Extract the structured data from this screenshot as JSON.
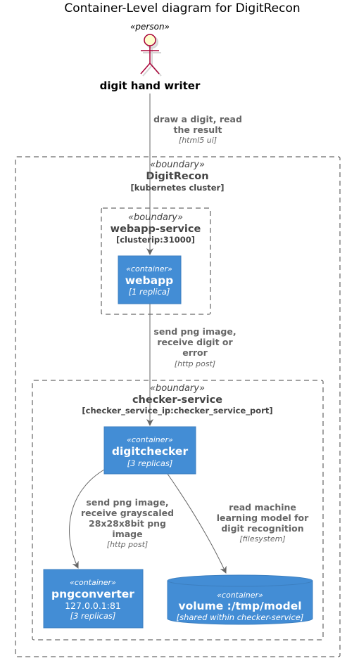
{
  "title": "Container-Level diagram for DigitRecon",
  "person": {
    "stereotype": "«person»",
    "name": "digit hand writer",
    "color": "#A80036"
  },
  "relations": {
    "user_to_webapp": {
      "label_line1": "draw a digit, read",
      "label_line2": "the result",
      "tech": "[html5 ui]"
    },
    "webapp_to_checker": {
      "label_line1": "send png image,",
      "label_line2": "receive digit or",
      "label_line3": "error",
      "tech": "[http post]"
    },
    "checker_to_converter": {
      "label_line1": "send png image,",
      "label_line2": "receive grayscaled",
      "label_line3": "28x28x8bit png",
      "label_line4": "image",
      "tech": "[http post]"
    },
    "checker_to_volume": {
      "label_line1": "read machine",
      "label_line2": "learning model for",
      "label_line3": "digit recognition",
      "tech": "[filesystem]"
    }
  },
  "boundaries": {
    "digitrecon": {
      "stereotype": "«boundary»",
      "name": "DigitRecon",
      "sub": "[kubernetes cluster]"
    },
    "webapp_service": {
      "stereotype": "«boundary»",
      "name": "webapp-service",
      "sub": "[clusterip:31000]"
    },
    "checker_service": {
      "stereotype": "«boundary»",
      "name": "checker-service",
      "sub": "[checker_service_ip:checker_service_port]"
    }
  },
  "containers": {
    "webapp": {
      "stereotype": "«container»",
      "name": "webapp",
      "tech": "[1 replica]"
    },
    "digitchecker": {
      "stereotype": "«container»",
      "name": "digitchecker",
      "tech": "[3 replicas]"
    },
    "pngconverter": {
      "stereotype": "«container»",
      "name": "pngconverter",
      "desc": "127.0.0.1:81",
      "tech": "[3 replicas]"
    },
    "volume": {
      "stereotype": "«container»",
      "name": "volume :/tmp/model",
      "tech": "[shared within checker-service]"
    }
  },
  "colors": {
    "container_fill": "#438DD5",
    "container_border": "#3C7FC0",
    "arrow": "#666666",
    "boundary": "#444444"
  }
}
